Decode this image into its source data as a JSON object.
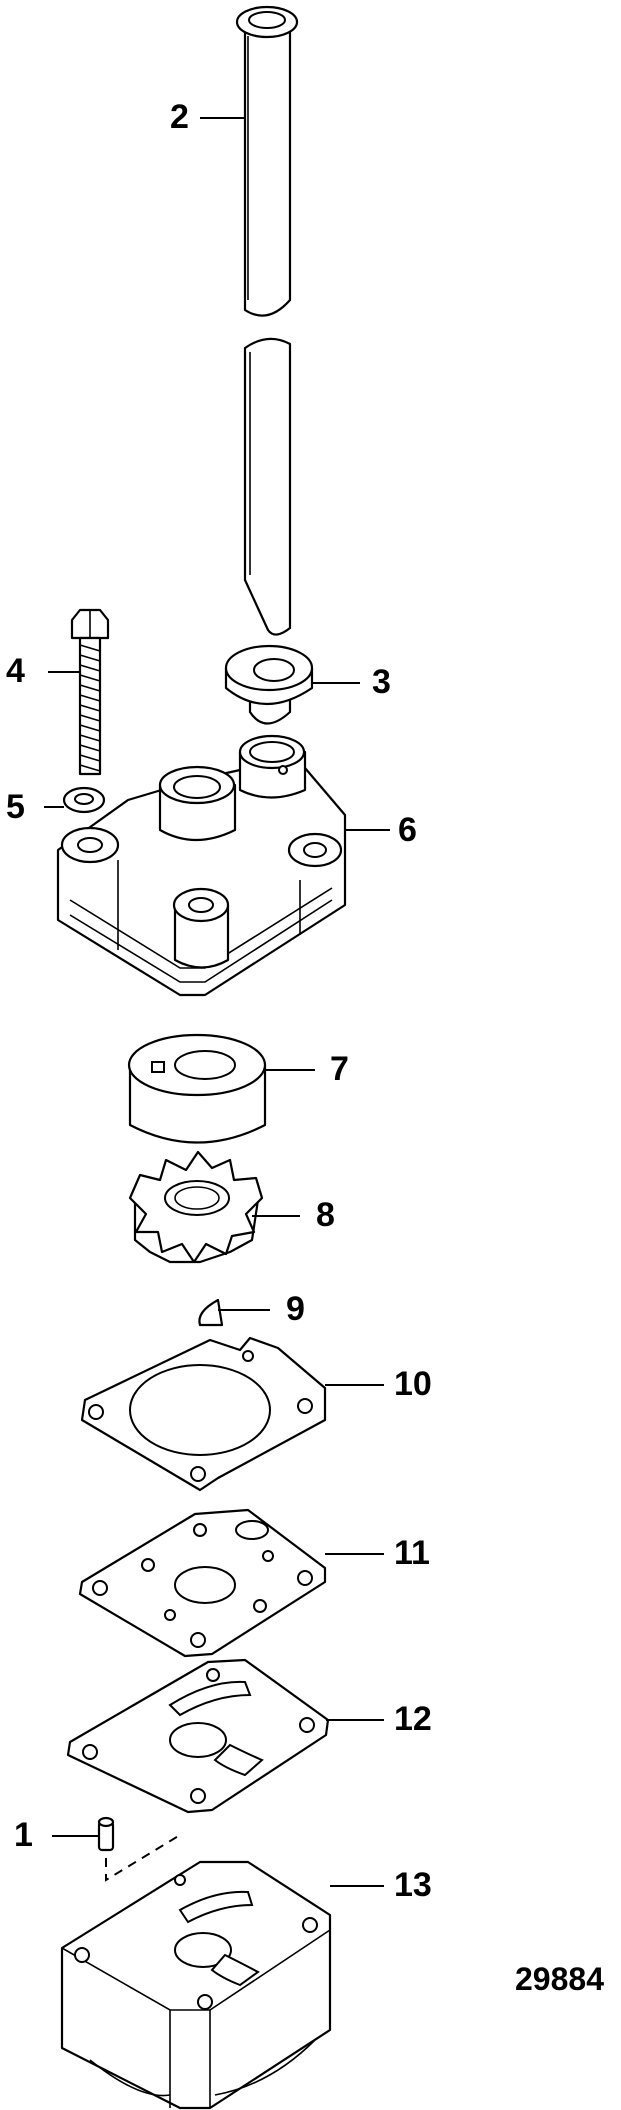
{
  "diagram": {
    "reference_number": "29884",
    "callouts": [
      {
        "id": "1",
        "label": "1"
      },
      {
        "id": "2",
        "label": "2"
      },
      {
        "id": "3",
        "label": "3"
      },
      {
        "id": "4",
        "label": "4"
      },
      {
        "id": "5",
        "label": "5"
      },
      {
        "id": "6",
        "label": "6"
      },
      {
        "id": "7",
        "label": "7"
      },
      {
        "id": "8",
        "label": "8"
      },
      {
        "id": "9",
        "label": "9"
      },
      {
        "id": "10",
        "label": "10"
      },
      {
        "id": "11",
        "label": "11"
      },
      {
        "id": "12",
        "label": "12"
      },
      {
        "id": "13",
        "label": "13"
      }
    ]
  }
}
